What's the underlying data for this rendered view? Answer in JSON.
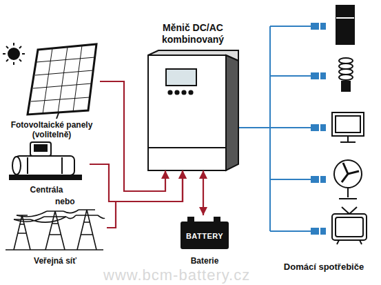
{
  "diagram": {
    "nodes": [
      {
        "text": [
          "Měnič DC/AC kombinovaný"
        ]
      },
      {
        "text": [
          "Fotovoltaické panely (volitelně)"
        ]
      },
      {
        "text": [
          "Centrála"
        ]
      },
      {
        "text": [
          "Veřejná síť"
        ]
      },
      {
        "text": [
          "BATTERY",
          "Baterie"
        ]
      },
      {
        "text": [
          "Domácí spotřebiče"
        ]
      }
    ],
    "edges": [
      {
        "from": 1,
        "to": 0,
        "arrow": "to"
      },
      {
        "from": 2,
        "to": 0,
        "arrow": "to"
      },
      {
        "from": 3,
        "to": 0,
        "arrow": "to"
      },
      {
        "from": 4,
        "to": 0,
        "arrow": "both"
      },
      {
        "from": 0,
        "to": 5,
        "arrow": "none"
      }
    ],
    "labels": [
      "nebo",
      "www.bcm-battery.cz"
    ]
  }
}
